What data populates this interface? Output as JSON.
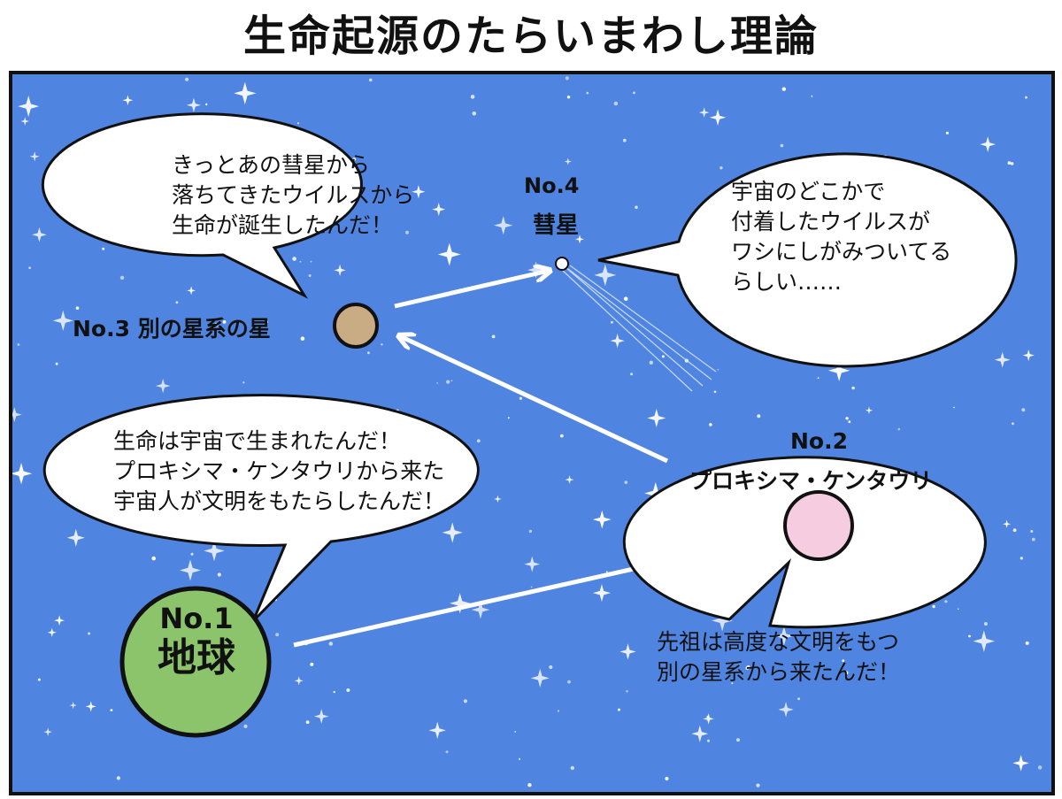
{
  "title": "生命起源のたらいまわし理論",
  "colors": {
    "space": "#4f84e0",
    "earth": "#8bc46a",
    "proxima": "#f6cde0",
    "other_star": "#c9ac84",
    "comet": "#ffffff",
    "arrow": "#ffffff"
  },
  "nodes": {
    "earth": {
      "number": "No.1",
      "name": "地球"
    },
    "proxima": {
      "number": "No.2",
      "name": "プロキシマ・ケンタウリ"
    },
    "other_star": {
      "label": "No.3 別の星系の星"
    },
    "comet": {
      "number": "No.4",
      "name": "彗星"
    }
  },
  "bubbles": {
    "earth": [
      "生命は宇宙で生まれたんだ！",
      "プロキシマ・ケンタウリから来た",
      "宇宙人が文明をもたらしたんだ！"
    ],
    "proxima": [
      "先祖は高度な文明をもつ",
      "別の星系から来たんだ！"
    ],
    "other_star": [
      "きっとあの彗星から",
      "落ちてきたウイルスから",
      "生命が誕生したんだ！"
    ],
    "comet": [
      "宇宙のどこかで",
      "付着したウイルスが",
      "ワシにしがみついてる",
      "らしい……"
    ]
  }
}
